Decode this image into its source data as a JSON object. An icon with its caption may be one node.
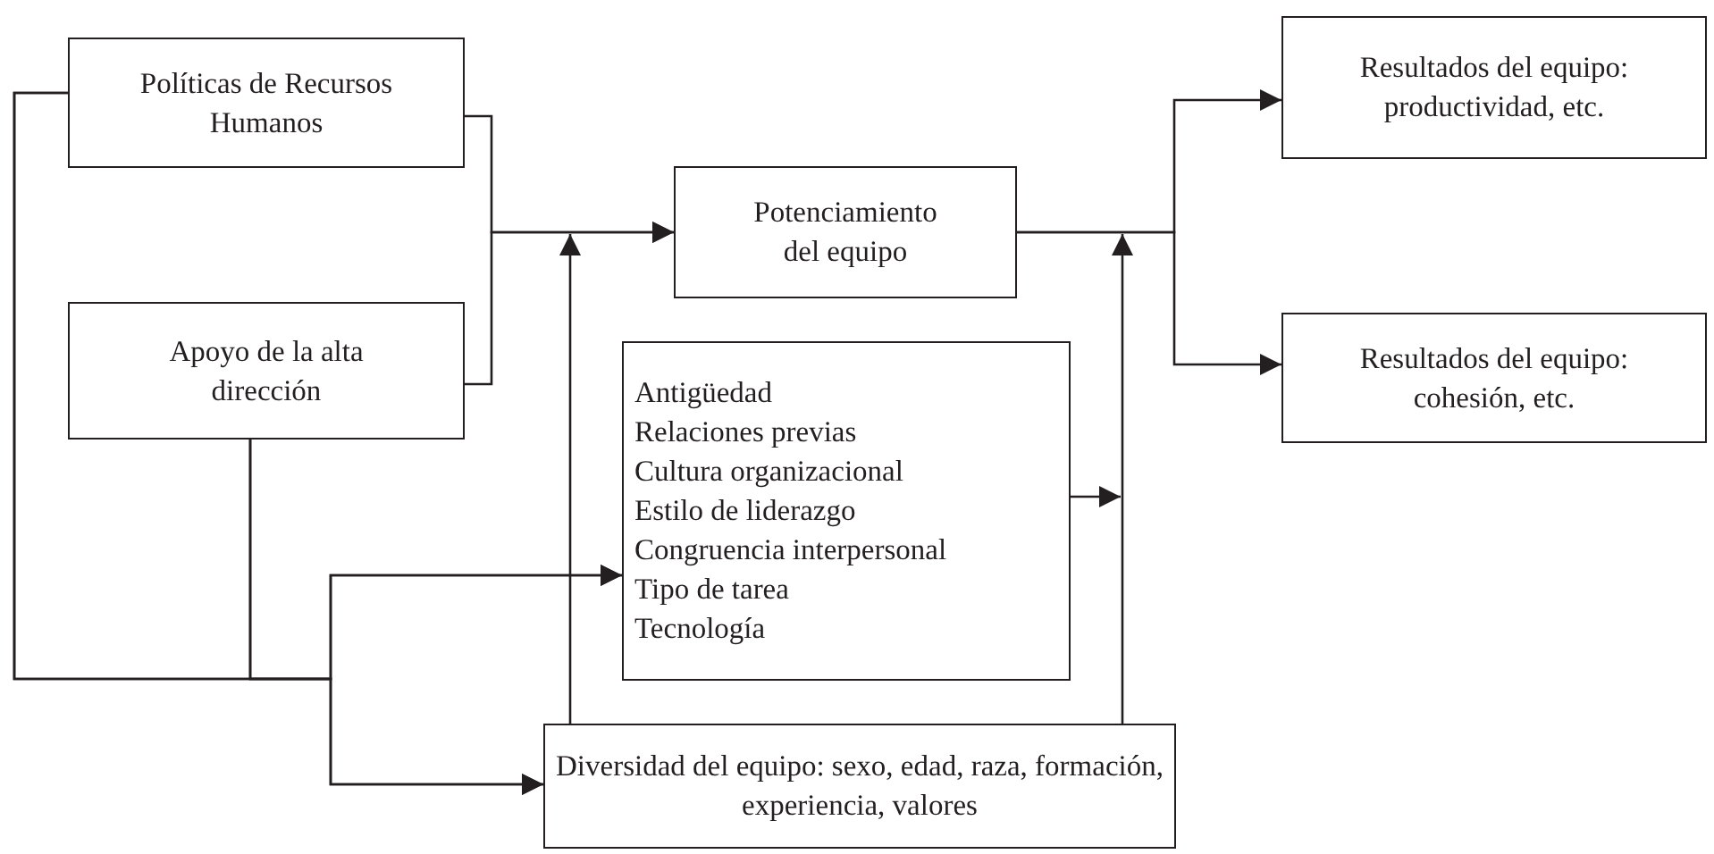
{
  "diagram": {
    "nodes": [
      {
        "text": [
          "Políticas de Recursos Humanos"
        ]
      },
      {
        "text": [
          "Apoyo de la alta dirección"
        ]
      },
      {
        "text": [
          "Potenciamiento del equipo"
        ]
      },
      {
        "text": [
          "Antigüedad",
          "Relaciones previas",
          "Cultura organizacional",
          "Estilo de liderazgo",
          "Congruencia interpersonal",
          "Tipo de tarea",
          "Tecnología"
        ]
      },
      {
        "text": [
          "Diversidad del equipo: sexo, edad, raza, formación, experiencia, valores"
        ]
      },
      {
        "text": [
          "Resultados del equipo: productividad, etc."
        ]
      },
      {
        "text": [
          "Resultados del equipo: cohesión, etc."
        ]
      }
    ],
    "edges": [
      {
        "from": 0,
        "to": 2,
        "arrow": "to"
      },
      {
        "from": 1,
        "to": 2,
        "arrow": "to"
      },
      {
        "from": 0,
        "to": 3,
        "arrow": "to"
      },
      {
        "from": 0,
        "to": 4,
        "arrow": "to"
      },
      {
        "from": 1,
        "to": 3,
        "arrow": "to"
      },
      {
        "from": 1,
        "to": 4,
        "arrow": "to"
      },
      {
        "from": 4,
        "to": null,
        "arrow": "to"
      },
      {
        "from": 4,
        "to": null,
        "arrow": "to"
      },
      {
        "from": 3,
        "to": null,
        "arrow": "to"
      },
      {
        "from": 2,
        "to": 5,
        "arrow": "to"
      },
      {
        "from": 2,
        "to": 6,
        "arrow": "to"
      }
    ]
  }
}
